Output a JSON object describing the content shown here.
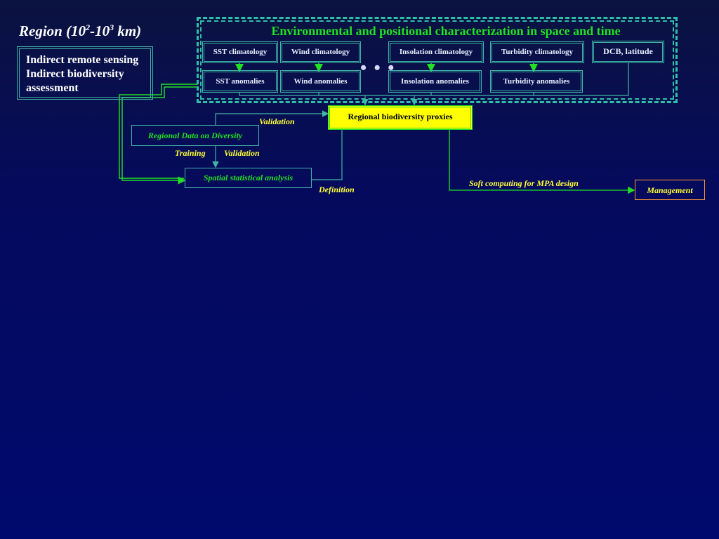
{
  "region": {
    "title_main": "Region (10",
    "exp1": "2",
    "title_mid": "-10",
    "exp2": "3",
    "title_end": " km)"
  },
  "indirect": {
    "line1": "Indirect remote sensing",
    "line2": "Indirect biodiversity",
    "line3": "assessment"
  },
  "env": {
    "title": "Environmental and positional characterization in space and time",
    "climatology": [
      "SST climatology",
      "Wind climatology",
      "Insolation climatology",
      "Turbidity climatology"
    ],
    "dcb": "DCB, latitude",
    "anomalies": [
      "SST anomalies",
      "Wind anomalies",
      "Insolation anomalies",
      "Turbidity anomalies"
    ],
    "ellipsis": "• • •"
  },
  "proxies": "Regional biodiversity proxies",
  "labels": {
    "validation_top": "Validation",
    "regional_data": "Regional Data on Diversity",
    "training": "Training",
    "validation_mid": "Validation",
    "spatial": "Spatial statistical analysis",
    "definition": "Definition",
    "soft": "Soft computing for MPA design",
    "management": "Management"
  },
  "colors": {
    "line_teal": "#3fb6a6",
    "line_green": "#22e022",
    "label_yellow": "#ffff33",
    "proxy_bg": "#ffff00",
    "management_border": "#ff9933"
  }
}
